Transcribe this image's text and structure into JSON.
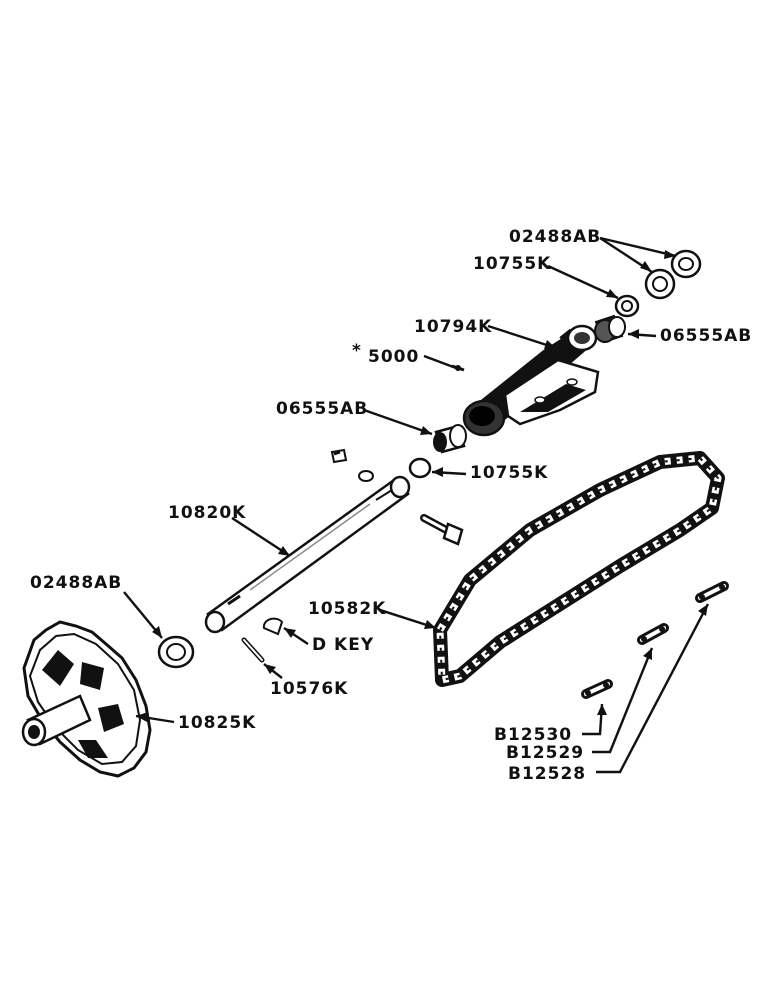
{
  "parts": {
    "washer_top": "02488AB",
    "bushing_ring_top": "10755K",
    "housing": "10794K",
    "bushing_right": "06555AB",
    "screw": "5000",
    "asterisk": "*",
    "bushing_left": "06555AB",
    "ring_left": "10755K",
    "shaft": "10820K",
    "washer_left": "02488AB",
    "chain": "10582K",
    "d_key": "D KEY",
    "pin": "10576K",
    "sprocket": "10825K",
    "link_1": "B12530",
    "link_2": "B12529",
    "link_3": "B12528"
  },
  "colors": {
    "ink": "#111111",
    "paper": "#ffffff"
  }
}
